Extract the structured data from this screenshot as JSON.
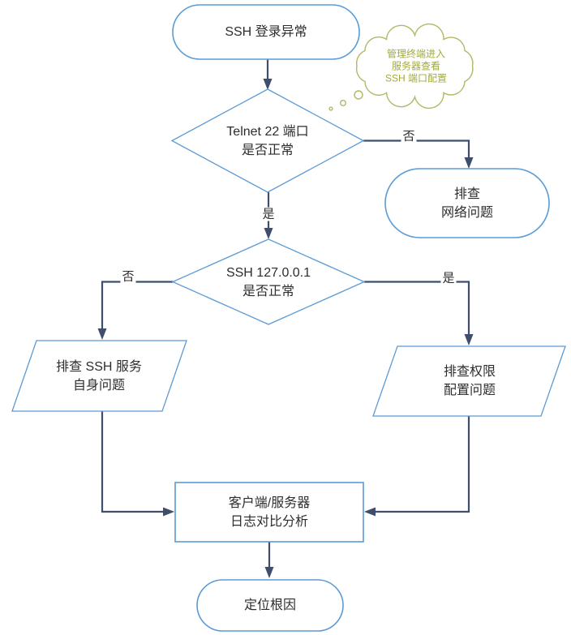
{
  "colors": {
    "node_border": "#5b9bd5",
    "connector": "#3e4e6c",
    "text": "#2d2d2d",
    "cloud_stroke": "#b3b766",
    "cloud_text": "#a3a93c",
    "bg": "#ffffff"
  },
  "nodes": {
    "start": {
      "line1": "SSH 登录异常"
    },
    "decision_telnet": {
      "line1": "Telnet 22 端口",
      "line2": "是否正常"
    },
    "network_issue": {
      "line1": "排查",
      "line2": "网络问题"
    },
    "decision_ssh_local": {
      "line1": "SSH 127.0.0.1",
      "line2": "是否正常"
    },
    "ssh_service_issue": {
      "line1": "排查 SSH 服务",
      "line2": "自身问题"
    },
    "permission_issue": {
      "line1": "排查权限",
      "line2": "配置问题"
    },
    "log_analysis": {
      "line1": "客户端/服务器",
      "line2": "日志对比分析"
    },
    "end": {
      "line1": "定位根因"
    }
  },
  "edge_labels": {
    "telnet_no": "否",
    "telnet_yes": "是",
    "ssh_no": "否",
    "ssh_yes": "是"
  },
  "annotation": {
    "line1": "管理终端进入",
    "line2": "服务器查看",
    "line3": "SSH 端口配置"
  }
}
